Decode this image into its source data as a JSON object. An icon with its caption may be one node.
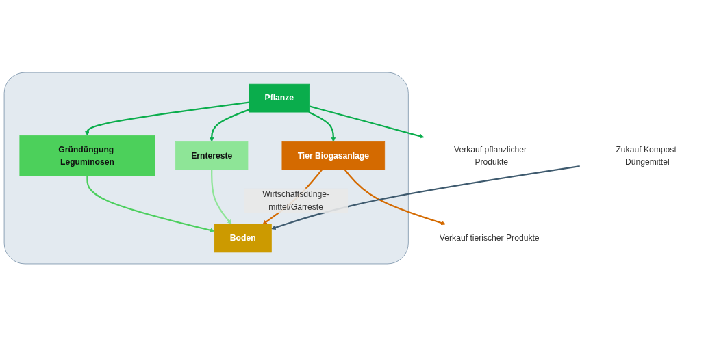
{
  "diagram": {
    "nodes": [
      {
        "text": [],
        "shape": "box"
      },
      {
        "text": [
          "Tier Biogasanlage"
        ],
        "in": 0
      },
      {
        "text": [
          "Gründüngung Leguminosen"
        ],
        "in": 0
      },
      {
        "text": [
          "Erntereste"
        ],
        "in": 0
      },
      {
        "text": [
          "Pflanze"
        ],
        "in": 0
      },
      {
        "text": [
          "Boden"
        ],
        "in": 0
      },
      {
        "text": [
          "Verkauf pflanzlicher Produkte"
        ]
      },
      {
        "text": [
          "Verkauf tierischer Produkte"
        ]
      },
      {
        "text": [
          "Zukauf Kompost Düngemittel"
        ]
      }
    ],
    "edges": [
      {
        "from": 4,
        "to": 6,
        "arrow": "to"
      },
      {
        "from": 4,
        "to": 1,
        "arrow": "to"
      },
      {
        "from": 4,
        "to": 2,
        "arrow": "to"
      },
      {
        "from": 4,
        "to": 3,
        "arrow": "to"
      },
      {
        "from": 2,
        "to": 5,
        "arrow": "to",
        "color": "#4ccf5e"
      },
      {
        "from": 3,
        "to": 5,
        "arrow": "to",
        "color": "#8ee597"
      },
      {
        "from": 1,
        "to": 5,
        "arrow": "to",
        "label": "Wirtschaftsdünge-mittel/Gärreste",
        "color": "#d46a00"
      },
      {
        "from": 1,
        "to": 7,
        "arrow": "to",
        "color": "#d46a00"
      },
      {
        "from": 8,
        "to": 5,
        "arrow": "to",
        "color": "#3e5a6e"
      }
    ]
  }
}
